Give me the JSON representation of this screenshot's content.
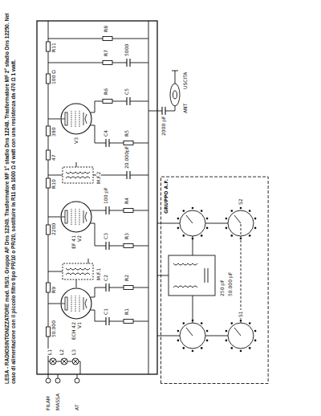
{
  "diagram": {
    "caption": "LESA - RADIOSINTONIZZATORE mod. RS/3. Gruppo AF Dns 12249. Trasformatore MF 1° stadio Dns 12248. Trasformatore MF 2° stadio Dns 12250. Nel caso di alimentazione con il piccolo filtro tipo PR/10 o PR/20, sostituire la R11 da 1000 Ω 4 watt con una resistenza da 470 Ω 1 watt.",
    "nodes": [
      {
        "text": [
          "GRUPPO A.F."
        ]
      },
      {
        "text": [
          "ECH 42",
          "V1"
        ]
      },
      {
        "text": [
          "EF 41",
          "V2"
        ]
      },
      {
        "text": [
          "V3"
        ]
      }
    ],
    "labels": [
      "FILAM",
      "MASSA",
      "AT",
      "L1",
      "L2",
      "L3",
      "50.000",
      "R9",
      "2200",
      "R10",
      "47",
      "390",
      "100 Ω",
      "R11",
      "C1",
      "R1",
      "C2",
      "R2",
      "C3",
      "R3",
      "100 pF",
      "R4",
      "20.000pF",
      "C4",
      "R5",
      "R6",
      "C5",
      "R7",
      "5000",
      "R8",
      "M.F.1",
      "M.F.2",
      "2000 pF",
      "ANT",
      "USCITA",
      "250 pF",
      "50.000 pF",
      "S1",
      "S2"
    ]
  }
}
